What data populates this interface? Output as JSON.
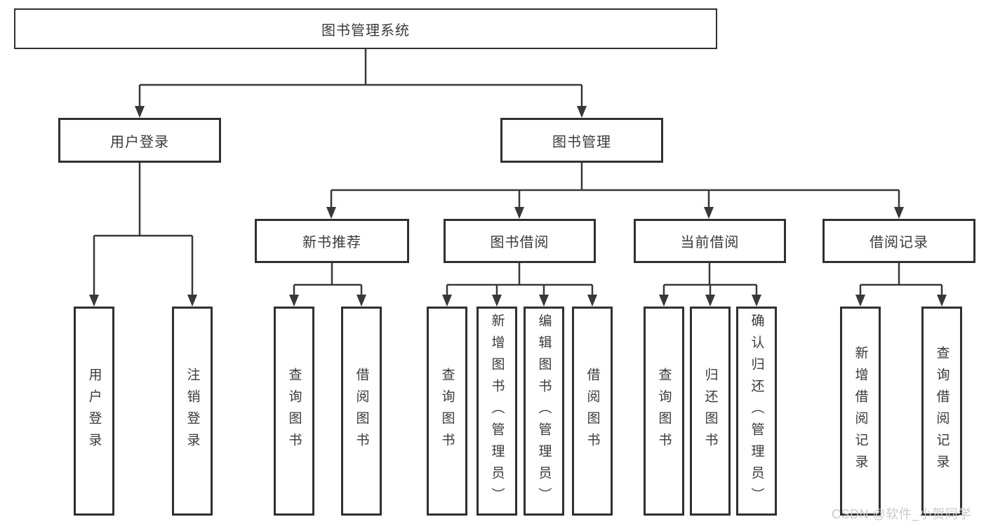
{
  "diagram": {
    "tree": {
      "root": "图书管理系统",
      "children": [
        {
          "label": "用户登录",
          "children": [
            "用户登录",
            "注销登录"
          ]
        },
        {
          "label": "图书管理",
          "children": [
            {
              "label": "新书推荐",
              "children": [
                "查询图书",
                "借阅图书"
              ]
            },
            {
              "label": "图书借阅",
              "children": [
                "查询图书",
                "新增图书（管理员）",
                "编辑图书（管理员）",
                "借阅图书"
              ]
            },
            {
              "label": "当前借阅",
              "children": [
                "查询图书",
                "归还图书",
                "确认归还（管理员）"
              ]
            },
            {
              "label": "借阅记录",
              "children": [
                "新增借阅记录",
                "查询借阅记录"
              ]
            }
          ]
        }
      ]
    },
    "watermark": "CSDN @软件_小贺同学",
    "colors": {
      "line": "#383838",
      "box_border": "#303030",
      "text": "#3a3a3a",
      "watermark": "#c9c9c9",
      "background": "#ffffff"
    }
  }
}
